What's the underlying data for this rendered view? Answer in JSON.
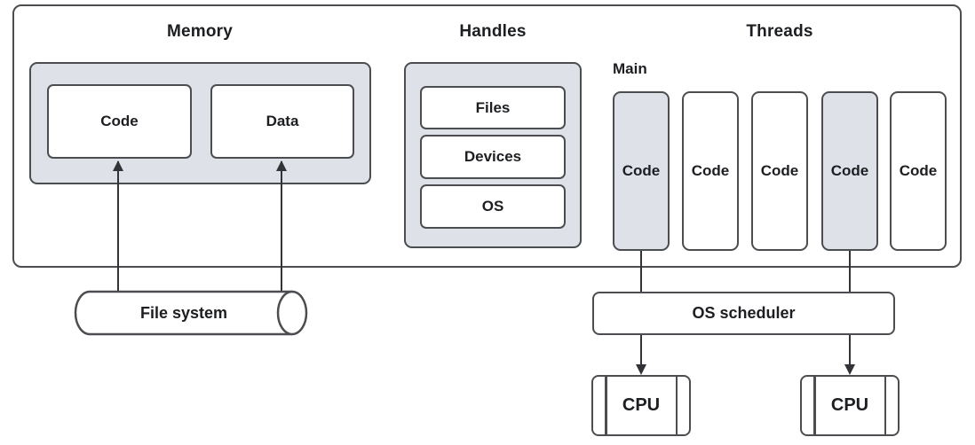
{
  "colors": {
    "container_fill": "#dee2e8",
    "box_fill": "#ffffff",
    "border": "#4b4d50",
    "line": "#313336",
    "text": "#1c1e21"
  },
  "sections": {
    "memory": {
      "title": "Memory",
      "boxes": [
        {
          "label": "Code"
        },
        {
          "label": "Data"
        }
      ]
    },
    "handles": {
      "title": "Handles",
      "boxes": [
        {
          "label": "Files"
        },
        {
          "label": "Devices"
        },
        {
          "label": "OS"
        }
      ]
    },
    "threads": {
      "title": "Threads",
      "main_label": "Main",
      "columns": [
        {
          "label": "Code",
          "shaded": true
        },
        {
          "label": "Code",
          "shaded": false
        },
        {
          "label": "Code",
          "shaded": false
        },
        {
          "label": "Code",
          "shaded": true
        },
        {
          "label": "Code",
          "shaded": false
        }
      ]
    }
  },
  "storage": {
    "file_system_label": "File system"
  },
  "scheduler": {
    "label": "OS scheduler"
  },
  "cpus": [
    {
      "label": "CPU"
    },
    {
      "label": "CPU"
    }
  ]
}
